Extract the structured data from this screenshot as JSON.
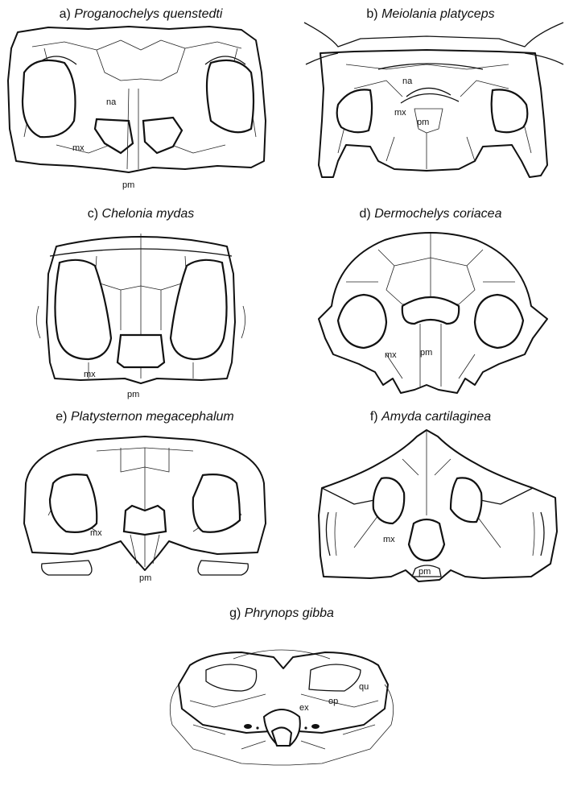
{
  "panels": [
    {
      "id": "a",
      "prefix": "a) ",
      "species": "Proganochelys quenstedti",
      "labels": [
        "na",
        "mx",
        "pm"
      ]
    },
    {
      "id": "b",
      "prefix": "b) ",
      "species": "Meiolania platyceps",
      "labels": [
        "na",
        "mx",
        "pm"
      ]
    },
    {
      "id": "c",
      "prefix": "c) ",
      "species": "Chelonia mydas",
      "labels": [
        "mx",
        "pm"
      ]
    },
    {
      "id": "d",
      "prefix": "d) ",
      "species": "Dermochelys coriacea",
      "labels": [
        "mx",
        "pm"
      ]
    },
    {
      "id": "e",
      "prefix": "e) ",
      "species": "Platysternon megacephalum",
      "labels": [
        "mx",
        "pm"
      ]
    },
    {
      "id": "f",
      "prefix": "f) ",
      "species": "Amyda cartilaginea",
      "labels": [
        "mx",
        "pm"
      ]
    },
    {
      "id": "g",
      "prefix": "g) ",
      "species": "Phrynops gibba",
      "labels": [
        "qu",
        "op",
        "ex"
      ]
    }
  ]
}
